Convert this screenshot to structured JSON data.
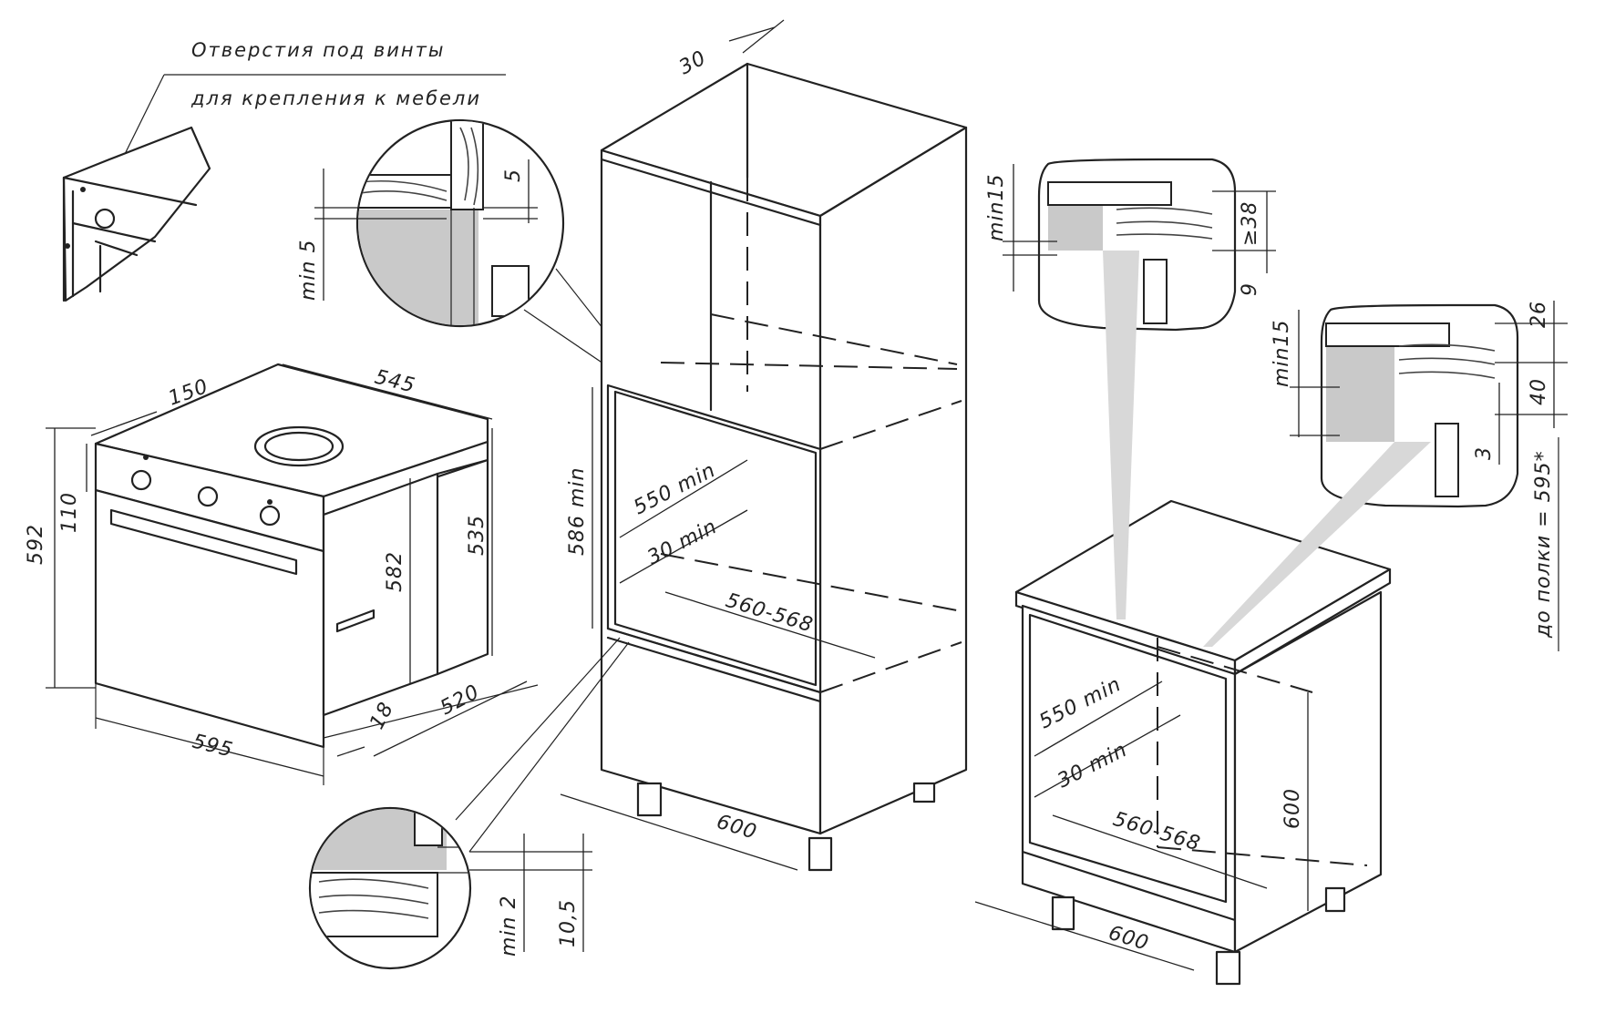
{
  "notes": {
    "screw_line1": "Отверстия под винты",
    "screw_line2": "для крепления к мебели",
    "shelf_note": "до полки = 595*"
  },
  "dims": {
    "d150": "150",
    "d545": "545",
    "d592": "592",
    "d110": "110",
    "d582": "582",
    "d535": "535",
    "d595": "595",
    "d18": "18",
    "d520": "520",
    "d30_top": "30",
    "d586min": "586 min",
    "d550min_a": "550 min",
    "d30min_a": "30 min",
    "d560_568_a": "560-568",
    "d600_a": "600",
    "dmin5": "min 5",
    "d5": "5",
    "dmin2": "min 2",
    "d10_5": "10,5",
    "dmin15_a": "min15",
    "dge38": "≥38",
    "d9": "9",
    "dmin15_b": "min15",
    "d26": "26",
    "d40": "40",
    "d3": "3",
    "d550min_b": "550 min",
    "d30min_b": "30 min",
    "d560_568_b": "560-568",
    "d600_b": "600",
    "d600_c": "600"
  }
}
